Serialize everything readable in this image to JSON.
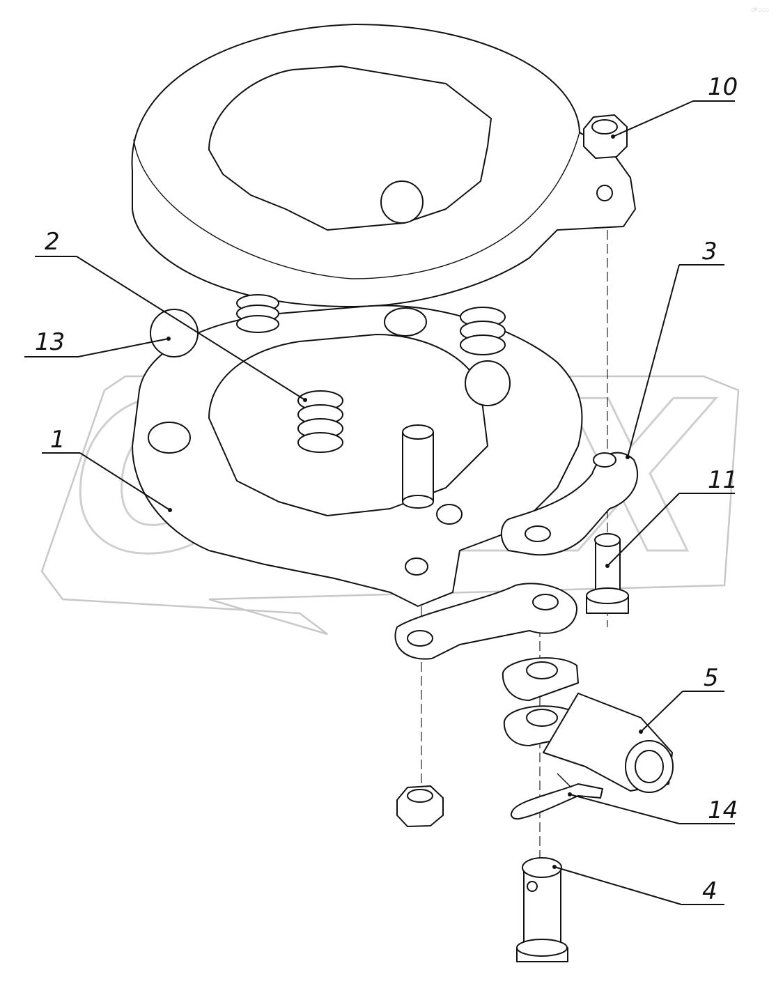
{
  "watermark": {
    "text": "OPEX"
  },
  "corner_note": "◌º ◌◌◌",
  "callouts": [
    {
      "num": "1"
    },
    {
      "num": "2"
    },
    {
      "num": "3"
    },
    {
      "num": "4"
    },
    {
      "num": "5"
    },
    {
      "num": "10"
    },
    {
      "num": "11"
    },
    {
      "num": "13"
    },
    {
      "num": "14"
    }
  ]
}
